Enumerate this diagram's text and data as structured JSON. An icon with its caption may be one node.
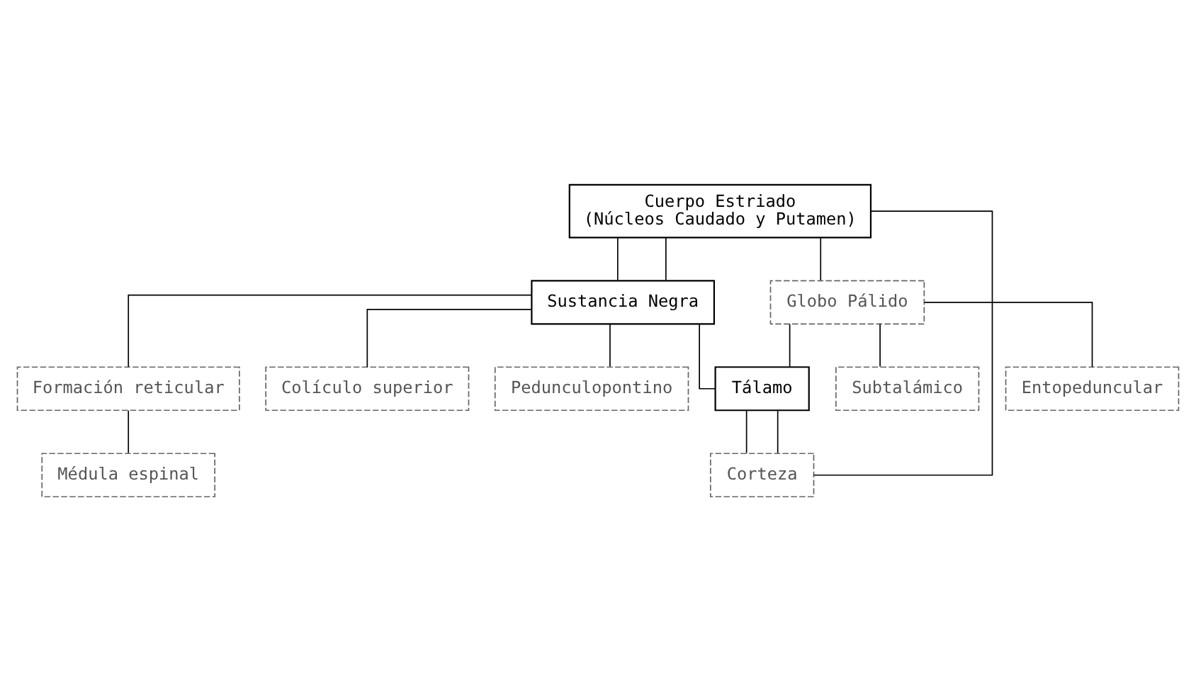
{
  "diagram": {
    "nodes": [
      {
        "text": [
          "Cuerpo Estriado",
          "(Núcleos Caudado y Putamen)"
        ]
      },
      {
        "text": [
          "Sustancia Negra"
        ]
      },
      {
        "text": [
          "Globo Pálido"
        ]
      },
      {
        "text": [
          "Formación reticular"
        ]
      },
      {
        "text": [
          "Colículo superior"
        ]
      },
      {
        "text": [
          "Tálamo"
        ]
      },
      {
        "text": [
          "Subtalámico"
        ]
      },
      {
        "text": [
          "Entopeduncular"
        ]
      },
      {
        "text": [
          "Pedunculopontino"
        ]
      },
      {
        "text": [
          "Corteza"
        ]
      },
      {
        "text": [
          "Médula espinal"
        ]
      }
    ],
    "edges": [
      {
        "from": 0,
        "to": 1,
        "arrow": "none"
      },
      {
        "from": 0,
        "to": 1,
        "arrow": "none"
      },
      {
        "from": 0,
        "to": 2,
        "arrow": "none"
      },
      {
        "from": 0,
        "to": 9,
        "arrow": "none"
      },
      {
        "from": 1,
        "to": 3,
        "arrow": "none"
      },
      {
        "from": 1,
        "to": 8,
        "arrow": "none"
      },
      {
        "from": 1,
        "to": 4,
        "arrow": "none"
      },
      {
        "from": 1,
        "to": 5,
        "arrow": "none"
      },
      {
        "from": 2,
        "to": 5,
        "arrow": "none"
      },
      {
        "from": 2,
        "to": 6,
        "arrow": "none"
      },
      {
        "from": 2,
        "to": 7,
        "arrow": "none"
      },
      {
        "from": 5,
        "to": 9,
        "arrow": "none"
      },
      {
        "from": 5,
        "to": 9,
        "arrow": "none"
      },
      {
        "from": 3,
        "to": 10,
        "arrow": "none"
      }
    ]
  }
}
